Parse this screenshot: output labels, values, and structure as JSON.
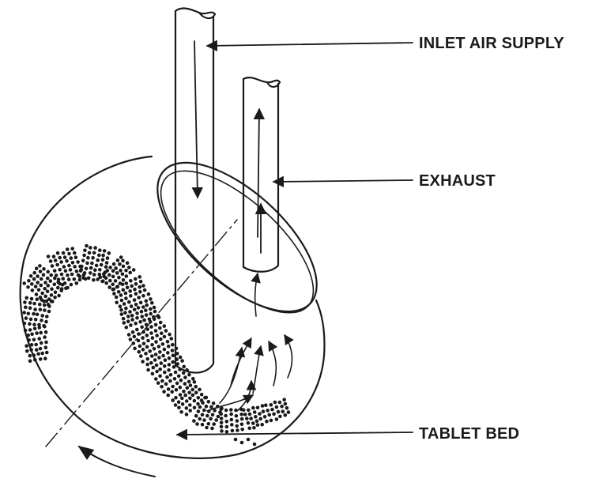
{
  "labels": {
    "inlet": "INLET AIR SUPPLY",
    "exhaust": "EXHAUST",
    "tablet_bed": "TABLET BED"
  },
  "colors": {
    "ink": "#1a1a1a",
    "background": "#ffffff"
  }
}
